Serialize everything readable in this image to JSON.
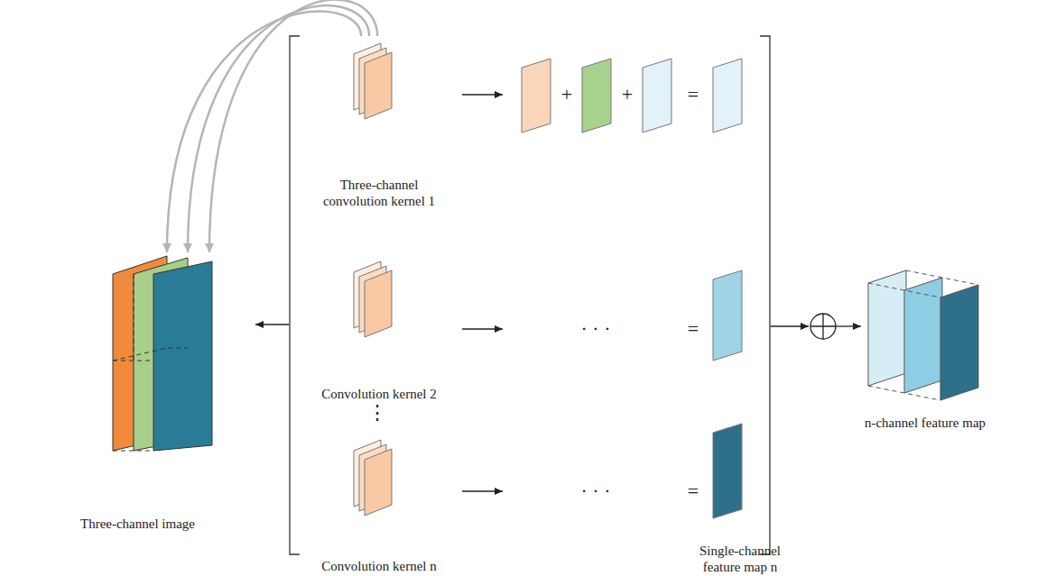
{
  "diagram": {
    "nodes": [
      {
        "text": [
          "Three-channel image"
        ]
      },
      {
        "text": [
          "Three-channel convolution kernel 1"
        ]
      },
      {
        "text": [
          "Convolution kernel 2"
        ]
      },
      {
        "text": [
          "Convolution kernel n"
        ]
      },
      {
        "text": [
          "Single-channel feature map n"
        ]
      },
      {
        "text": [
          "n-channel feature map"
        ]
      }
    ],
    "edges": [
      {
        "from": 1,
        "to": 0,
        "arrow": "to"
      },
      {
        "from": 1,
        "to": 0,
        "arrow": "to"
      },
      {
        "from": 1,
        "to": 0,
        "arrow": "to"
      }
    ],
    "labels": [
      "+",
      "+",
      "=",
      "· · ·",
      "=",
      "· · ·",
      "=",
      "⋮"
    ]
  }
}
